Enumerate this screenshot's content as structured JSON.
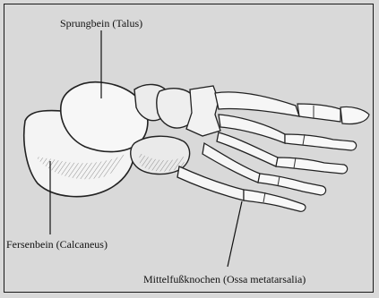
{
  "labels": {
    "talus": "Sprungbein (Talus)",
    "calcaneus": "Fersenbein (Calcaneus)",
    "metatarsals": "Mittelfußknochen (Ossa metatarsalia)"
  }
}
